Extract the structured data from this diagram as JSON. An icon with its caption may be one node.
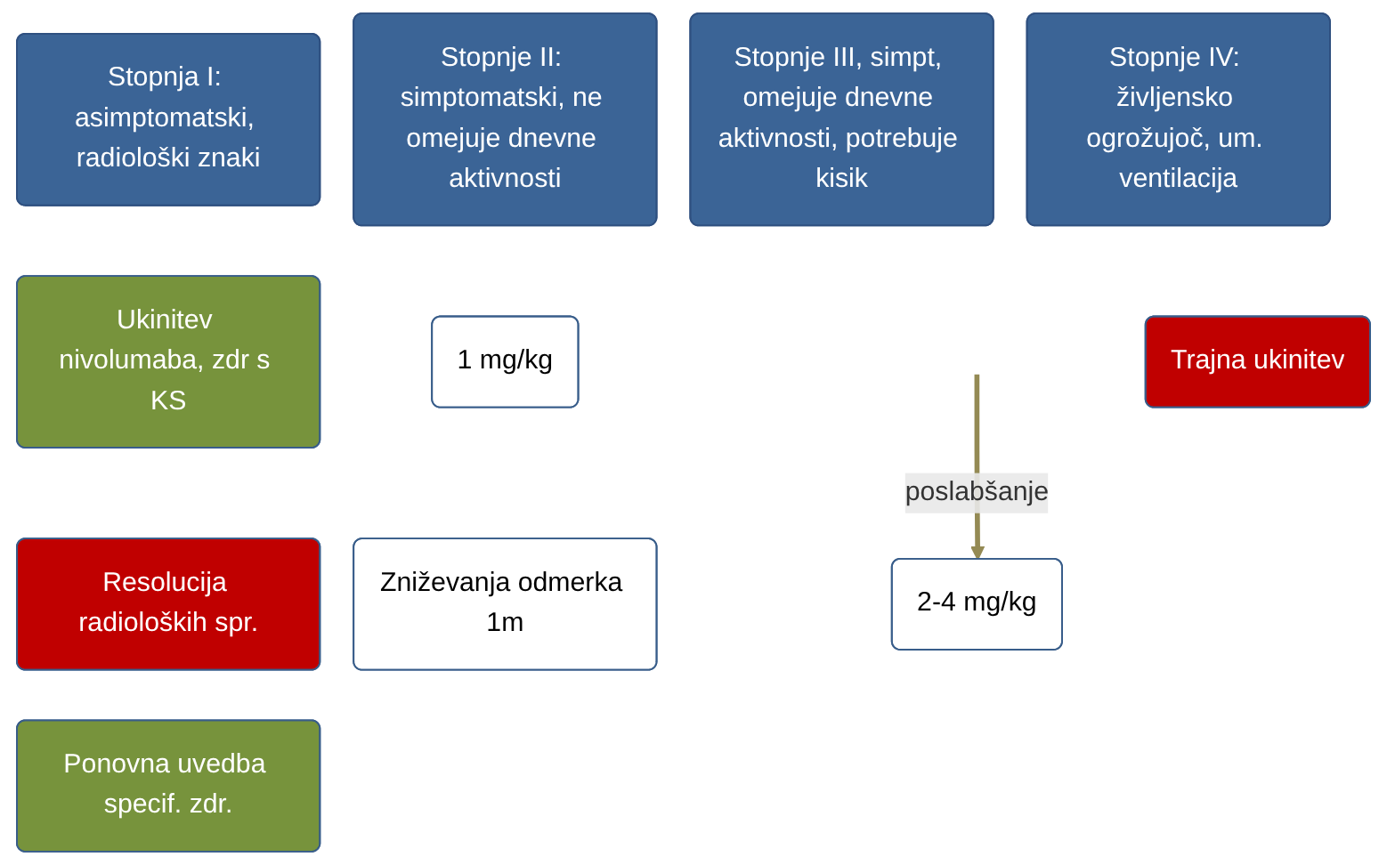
{
  "diagram": {
    "nodes": [
      {
        "text": [
          "Stopnja I: asimptomatski, radiološki znaki"
        ]
      },
      {
        "text": [
          "Stopnje II: simptomatski, ne omejuje dnevne aktivnosti"
        ]
      },
      {
        "text": [
          "Stopnje III, simpt, omejuje dnevne aktivnosti, potrebuje kisik"
        ]
      },
      {
        "text": [
          "Stopnje IV: življensko ogrožujoč, um. ventilacija"
        ]
      },
      {
        "text": [
          "Ukinitev nivolumaba, zdr s KS"
        ]
      },
      {
        "text": [
          "1 mg/kg"
        ]
      },
      {
        "text": [
          "Resolucija radioloških spr."
        ]
      },
      {
        "text": [
          "Zniževanja odmerka 1m"
        ]
      },
      {
        "text": [
          "Ponovna uvedba specif. zdr."
        ]
      },
      {
        "text": [
          "Trajna ukinitev"
        ]
      },
      {
        "text": [
          "2-4 mg/kg"
        ]
      }
    ],
    "edges": [
      {
        "from": null,
        "to": 10,
        "arrow": "to",
        "label": "poslabšanje",
        "color": "#948a54"
      }
    ]
  }
}
